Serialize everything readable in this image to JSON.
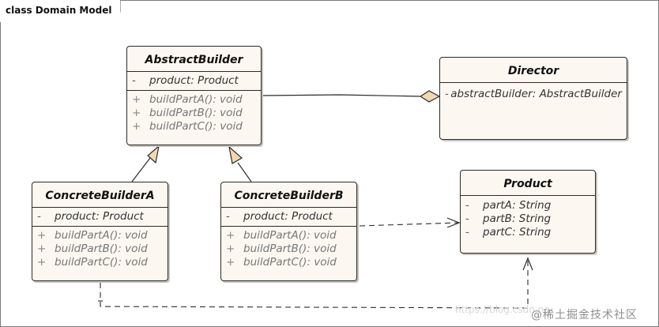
{
  "frame": {
    "title": "class Domain Model"
  },
  "classes": {
    "abstract_builder": {
      "name": "AbstractBuilder",
      "attributes": [
        {
          "vis": "-",
          "text": "product: Product"
        }
      ],
      "operations": [
        {
          "vis": "+",
          "text": "buildPartA(): void"
        },
        {
          "vis": "+",
          "text": "buildPartB(): void"
        },
        {
          "vis": "+",
          "text": "buildPartC(): void"
        }
      ]
    },
    "director": {
      "name": "Director",
      "attributes": [
        {
          "vis": "-",
          "text": "abstractBuilder: AbstractBuilder"
        }
      ]
    },
    "concrete_builder_a": {
      "name": "ConcreteBuilderA",
      "attributes": [
        {
          "vis": "-",
          "text": "product: Product"
        }
      ],
      "operations": [
        {
          "vis": "+",
          "text": "buildPartA(): void"
        },
        {
          "vis": "+",
          "text": "buildPartB(): void"
        },
        {
          "vis": "+",
          "text": "buildPartC(): void"
        }
      ]
    },
    "concrete_builder_b": {
      "name": "ConcreteBuilderB",
      "attributes": [
        {
          "vis": "-",
          "text": "product: Product"
        }
      ],
      "operations": [
        {
          "vis": "+",
          "text": "buildPartA(): void"
        },
        {
          "vis": "+",
          "text": "buildPartB(): void"
        },
        {
          "vis": "+",
          "text": "buildPartC(): void"
        }
      ]
    },
    "product": {
      "name": "Product",
      "attributes": [
        {
          "vis": "-",
          "text": "partA: String"
        },
        {
          "vis": "-",
          "text": "partB: String"
        },
        {
          "vis": "-",
          "text": "partC: String"
        }
      ]
    }
  },
  "watermark": "https://blog.csdn.ne",
  "brand": "@稀土掘金技术社区",
  "colors": {
    "class_fill": "#fcf7f1",
    "generalization_fill": "#f3d7b3",
    "line": "#2b2b2b"
  }
}
